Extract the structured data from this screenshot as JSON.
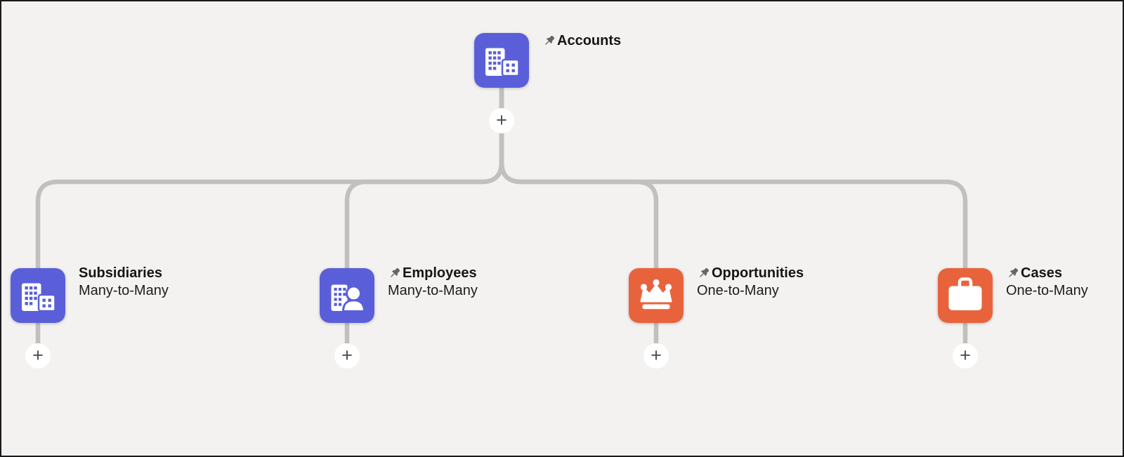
{
  "diagram": {
    "background_color": "#f3f2f1",
    "frame_color": "#1a1a1a",
    "connector_color": "#c1c0bf",
    "node_text_color": "#151515",
    "pin_color": "#666666",
    "add_button_label": "+",
    "root": {
      "title": "Accounts",
      "pinned": true,
      "icon": "building-icon",
      "color": "#5a5fd9"
    },
    "children": [
      {
        "title": "Subsidiaries",
        "relationship": "Many-to-Many",
        "pinned": false,
        "icon": "building-icon",
        "color": "#5a5fd9"
      },
      {
        "title": "Employees",
        "relationship": "Many-to-Many",
        "pinned": true,
        "icon": "building-person-icon",
        "color": "#5a5fd9"
      },
      {
        "title": "Opportunities",
        "relationship": "One-to-Many",
        "pinned": true,
        "icon": "crown-icon",
        "color": "#e8633c"
      },
      {
        "title": "Cases",
        "relationship": "One-to-Many",
        "pinned": true,
        "icon": "briefcase-icon",
        "color": "#e8633c"
      }
    ]
  }
}
